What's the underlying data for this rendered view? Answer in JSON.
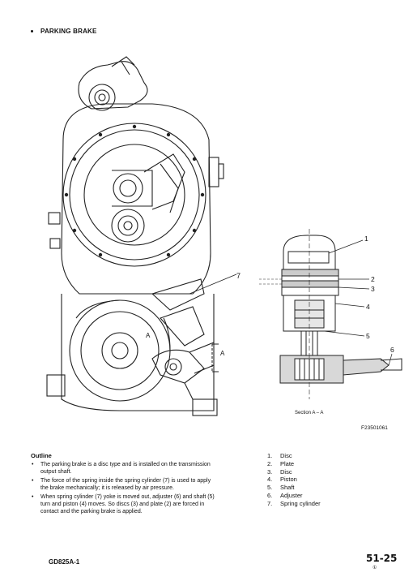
{
  "heading": "PARKING BRAKE",
  "figure": {
    "section_caption": "Section A – A",
    "figure_code": "F23501061",
    "callouts": [
      "1",
      "2",
      "3",
      "4",
      "5",
      "6",
      "7"
    ],
    "section_marks": [
      "A",
      "A"
    ]
  },
  "outline": {
    "title": "Outline",
    "bullets": [
      "The parking brake is a disc type and is installed on the transmission output shaft.",
      "The force of the spring inside the spring cylinder (7) is used to apply the brake mechanically; it is released by air pressure.",
      "When spring cylinder (7) yoke is moved out, adjuster (6) and shaft (5) turn and piston (4) moves. So discs (3) and plate (2) are forced in contact and the parking brake is applied."
    ]
  },
  "parts": [
    {
      "num": "1.",
      "name": "Disc"
    },
    {
      "num": "2.",
      "name": "Plate"
    },
    {
      "num": "3.",
      "name": "Disc"
    },
    {
      "num": "4.",
      "name": "Piston"
    },
    {
      "num": "5.",
      "name": "Shaft"
    },
    {
      "num": "6.",
      "name": "Adjuster"
    },
    {
      "num": "7.",
      "name": "Spring cylinder"
    }
  ],
  "footer": {
    "model": "GD825A-1",
    "page": "51-25",
    "page_sub": "①"
  }
}
